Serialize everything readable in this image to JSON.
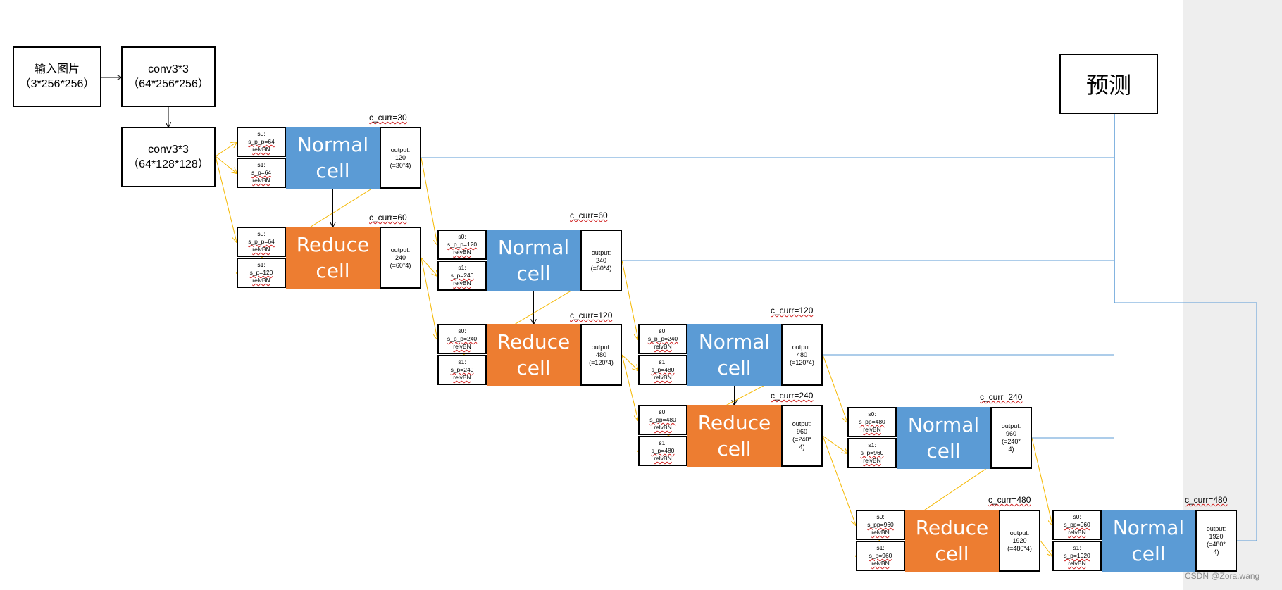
{
  "input_box": {
    "line1": "输入图片",
    "line2": "（3*256*256）"
  },
  "conv1_box": {
    "line1": "conv3*3",
    "line2": "（64*256*256）"
  },
  "conv2_box": {
    "line1": "conv3*3",
    "line2": "（64*128*128）"
  },
  "predict_label": "预测",
  "watermark": "CSDN @Zora.wang",
  "colors": {
    "normal": "#5b9bd5",
    "reduce": "#ed7d31",
    "edge_yellow": "#f5b800",
    "edge_blue": "#5b9bd5"
  },
  "cells": [
    {
      "type": "Normal cell",
      "c_curr": "c_curr=30",
      "s0": {
        "title": "s0:",
        "param": "s_p_p=64",
        "norm": "relvBN"
      },
      "s1": {
        "title": "s1:",
        "param": "s_p=64",
        "norm": "relvBN"
      },
      "output": "output:\n120\n(=30*4)"
    },
    {
      "type": "Reduce cell",
      "c_curr": "c_curr=60",
      "s0": {
        "title": "s0:",
        "param": "s_p_p=64",
        "norm": "relvBN"
      },
      "s1": {
        "title": "s1:",
        "param": "s_p=120",
        "norm": "relvBN"
      },
      "output": "output:\n240\n(=60*4)"
    },
    {
      "type": "Normal cell",
      "c_curr": "c_curr=60",
      "s0": {
        "title": "s0:",
        "param": "s_p_p=120",
        "norm": "relvBN"
      },
      "s1": {
        "title": "s1:",
        "param": "s_p=240",
        "norm": "relvBN"
      },
      "output": "output:\n240\n(=60*4)"
    },
    {
      "type": "Reduce cell",
      "c_curr": "c_curr=120",
      "s0": {
        "title": "s0:",
        "param": "s_p_p=240",
        "norm": "relvBN"
      },
      "s1": {
        "title": "s1:",
        "param": "s_p=240",
        "norm": "relvBN"
      },
      "output": "output:\n480\n(=120*4)"
    },
    {
      "type": "Normal cell",
      "c_curr": "c_curr=120",
      "s0": {
        "title": "s0:",
        "param": "s_p_p=240",
        "norm": "relvBN"
      },
      "s1": {
        "title": "s1:",
        "param": "s_p=480",
        "norm": "relvBN"
      },
      "output": "output:\n480\n(=120*4)"
    },
    {
      "type": "Reduce cell",
      "c_curr": "c_curr=240",
      "s0": {
        "title": "s0:",
        "param": "s_pp=480",
        "norm": "relvBN"
      },
      "s1": {
        "title": "s1:",
        "param": "s_p=480",
        "norm": "relvBN"
      },
      "output": "output:\n960\n(=240*\n4)"
    },
    {
      "type": "Normal cell",
      "c_curr": "c_curr=240",
      "s0": {
        "title": "s0:",
        "param": "s_pp=480",
        "norm": "relvBN"
      },
      "s1": {
        "title": "s1:",
        "param": "s_p=960",
        "norm": "relvBN"
      },
      "output": "output:\n960\n(=240*\n4)"
    },
    {
      "type": "Reduce cell",
      "c_curr": "c_curr=480",
      "s0": {
        "title": "s0:",
        "param": "s_pp=960",
        "norm": "relvBN"
      },
      "s1": {
        "title": "s1:",
        "param": "s_p=960",
        "norm": "relvBN"
      },
      "output": "output:\n1920\n(=480*4)"
    },
    {
      "type": "Normal cell",
      "c_curr": "c_curr=480",
      "s0": {
        "title": "s0:",
        "param": "s_pp=960",
        "norm": "relvBN"
      },
      "s1": {
        "title": "s1:",
        "param": "s_p=1920",
        "norm": "relvBN"
      },
      "output": "output:\n1920\n(=480*\n4)"
    }
  ]
}
